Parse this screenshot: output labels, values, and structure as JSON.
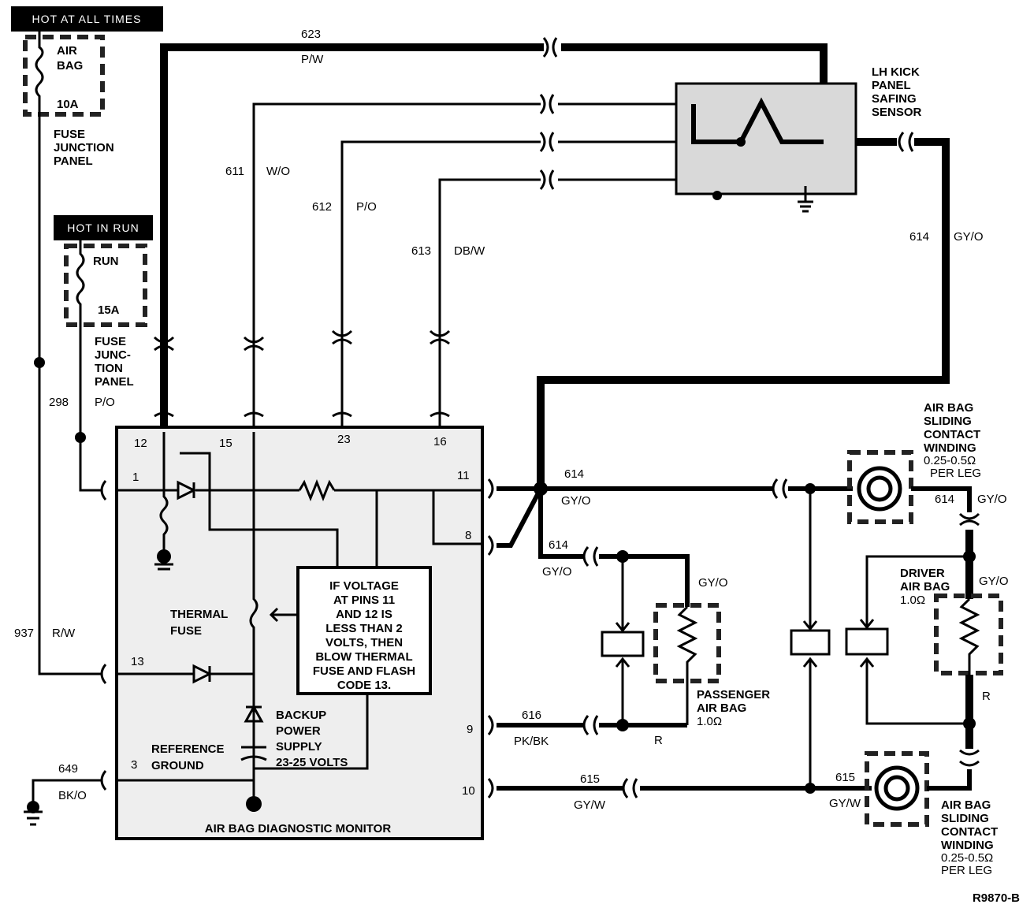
{
  "headers": {
    "hot_at_all_times": "HOT AT ALL TIMES",
    "hot_in_run": "HOT IN RUN"
  },
  "fuses": {
    "airbag_fuse_line1": "AIR",
    "airbag_fuse_line2": "BAG",
    "airbag_fuse_rating": "10A",
    "run_fuse_label": "RUN",
    "run_fuse_rating": "15A",
    "fjp1_line1": "FUSE",
    "fjp1_line2": "JUNCTION",
    "fjp1_line3": "PANEL",
    "fjp2_line1": "FUSE",
    "fjp2_line2": "JUNC-",
    "fjp2_line3": "TION",
    "fjp2_line4": "PANEL"
  },
  "wires": {
    "w623": "623",
    "w623_color": "P/W",
    "w611": "611",
    "w611_color": "W/O",
    "w612": "612",
    "w612_color": "P/O",
    "w613": "613",
    "w613_color": "DB/W",
    "w614_a": "614",
    "w614_a_color": "GY/O",
    "w614_b": "614",
    "w614_b_color": "GY/O",
    "w614_c": "614",
    "w614_c_color": "GY/O",
    "w614_d": "614",
    "w614_d_color": "GY/O",
    "w298": "298",
    "w298_color": "P/O",
    "w937": "937",
    "w937_color": "R/W",
    "w649": "649",
    "w649_color": "BK/O",
    "w616": "616",
    "w616_color": "PK/BK",
    "w615_a": "615",
    "w615_a_color": "GY/W",
    "w615_b": "615",
    "w615_b_color": "GY/W",
    "gyo_pass": "GY/O",
    "gyo_driver": "GY/O",
    "r_pass": "R",
    "r_driver": "R"
  },
  "pins": {
    "p12": "12",
    "p15": "15",
    "p23": "23",
    "p16": "16",
    "p1": "1",
    "p11": "11",
    "p8": "8",
    "p13": "13",
    "p9": "9",
    "p3": "3",
    "p10": "10"
  },
  "components": {
    "safing_l1": "LH KICK",
    "safing_l2": "PANEL",
    "safing_l3": "SAFING",
    "safing_l4": "SENSOR",
    "thermal_l1": "THERMAL",
    "thermal_l2": "FUSE",
    "backup_l1": "BACKUP",
    "backup_l2": "POWER",
    "backup_l3": "SUPPLY",
    "backup_l4": "23-25 VOLTS",
    "ref_l1": "REFERENCE",
    "ref_l2": "GROUND",
    "monitor_title": "AIR BAG DIAGNOSTIC MONITOR",
    "note_l1": "IF VOLTAGE",
    "note_l2": "AT PINS 11",
    "note_l3": "AND 12 IS",
    "note_l4": "LESS THAN 2",
    "note_l5": "VOLTS, THEN",
    "note_l6": "BLOW THERMAL",
    "note_l7": "FUSE AND FLASH",
    "note_l8": "CODE 13.",
    "pass_l1": "PASSENGER",
    "pass_l2": "AIR BAG",
    "pass_l3": "1.0Ω",
    "drv_l1": "DRIVER",
    "drv_l2": "AIR BAG",
    "drv_l3": "1.0Ω",
    "csw_top_l1": "AIR BAG",
    "csw_top_l2": "SLIDING",
    "csw_top_l3": "CONTACT",
    "csw_top_l4": "WINDING",
    "csw_top_l5": "0.25-0.5Ω",
    "csw_top_l6": "PER LEG",
    "csw_bot_l1": "AIR BAG",
    "csw_bot_l2": "SLIDING",
    "csw_bot_l3": "CONTACT",
    "csw_bot_l4": "WINDING",
    "csw_bot_l5": "0.25-0.5Ω",
    "csw_bot_l6": "PER LEG"
  },
  "figure_id": "R9870-B"
}
